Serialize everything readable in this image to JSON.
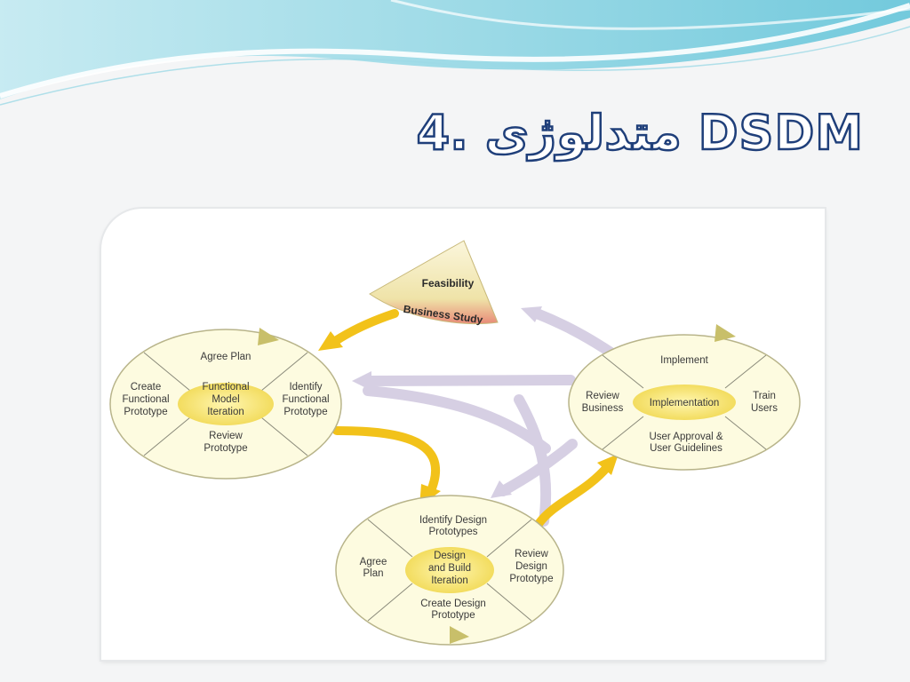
{
  "slide": {
    "title": "4. متدلوژی DSDM"
  },
  "diagram": {
    "feasibility": {
      "top": "Feasibility",
      "bottom": "Business Study"
    },
    "functional_model": {
      "center": [
        "Functional",
        "Model",
        "Iteration"
      ],
      "top": [
        "Agree Plan"
      ],
      "left": [
        "Create",
        "Functional",
        "Prototype"
      ],
      "right": [
        "Identify",
        "Functional",
        "Prototype"
      ],
      "bottom": [
        "Review",
        "Prototype"
      ]
    },
    "implementation": {
      "center": [
        "Implementation"
      ],
      "top": [
        "Implement"
      ],
      "left": [
        "Review",
        "Business"
      ],
      "right": [
        "Train",
        "Users"
      ],
      "bottom": [
        "User Approval &",
        "User Guidelines"
      ]
    },
    "design_build": {
      "center": [
        "Design",
        "and Build",
        "Iteration"
      ],
      "top": [
        "Identify Design",
        "Prototypes"
      ],
      "left": [
        "Agree",
        "Plan"
      ],
      "right": [
        "Review",
        "Design",
        "Prototype"
      ],
      "bottom": [
        "Create Design",
        "Prototype"
      ]
    },
    "colors": {
      "ellipse_fill": "#fdfbe0",
      "center_fill": "#f3e06a",
      "arrow_gold": "#f2c21a",
      "arrow_lavender": "#d6cfe3",
      "title_outline": "#1f3f7a",
      "wave": "#7fd0e0"
    }
  }
}
